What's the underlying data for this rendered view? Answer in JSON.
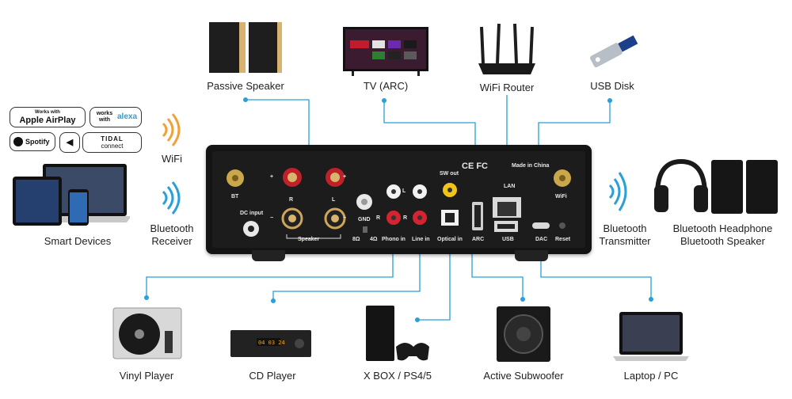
{
  "devices": {
    "passive_speaker": "Passive Speaker",
    "tv_arc": "TV (ARC)",
    "wifi_router": "WiFi Router",
    "usb_disk": "USB Disk",
    "smart_devices": "Smart Devices",
    "wifi": "WiFi",
    "bluetooth_receiver": "Bluetooth\nReceiver",
    "bluetooth_transmitter": "Bluetooth\nTransmitter",
    "bluetooth_headphone": "Bluetooth Headphone\nBluetooth Speaker",
    "vinyl_player": "Vinyl Player",
    "cd_player": "CD Player",
    "xbox_ps": "X BOX / PS4/5",
    "active_subwoofer": "Active Subwoofer",
    "laptop_pc": "Laptop / PC"
  },
  "badges": {
    "airplay_top": "Works with",
    "airplay": "Apple AirPlay",
    "alexa_top": "works with",
    "alexa": "alexa",
    "spotify": "Spotify",
    "tidal_top": "TIDAL",
    "tidal": "connect"
  },
  "panel": {
    "bt": "BT",
    "dc_input": "DC input",
    "r": "R",
    "l": "L",
    "plus": "+",
    "minus": "−",
    "speaker": "Speaker",
    "gnd": "GND",
    "ohm8": "8Ω",
    "ohm4": "4Ω",
    "phono_in": "Phono in",
    "line_in": "Line in",
    "sw_out": "SW out",
    "optical_in": "Optical in",
    "arc": "ARC",
    "lan": "LAN",
    "usb": "USB",
    "dac": "DAC",
    "reset": "Reset",
    "wifi": "WiFi",
    "made_in": "Made in China",
    "cert": "CE FC"
  },
  "colors": {
    "connector_line": "#2a9fd8",
    "amp_body": "#141414"
  }
}
